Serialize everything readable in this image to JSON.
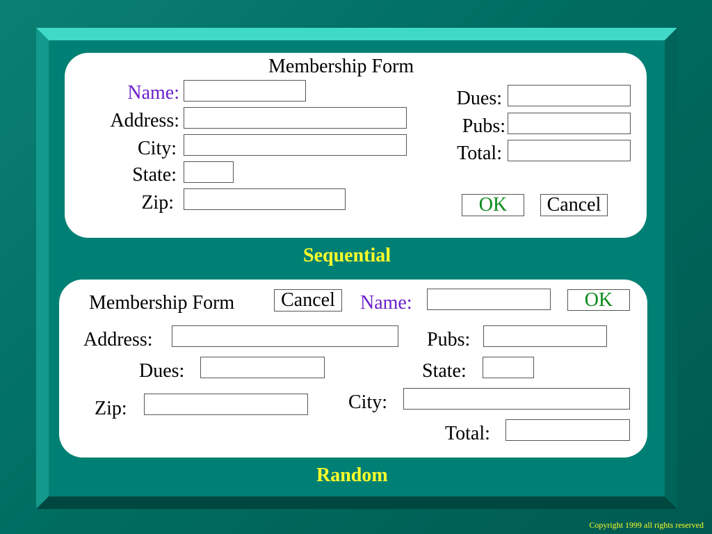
{
  "sequential": {
    "title": "Membership Form",
    "labels": {
      "name": "Name:",
      "address": "Address:",
      "city": "City:",
      "state": "State:",
      "zip": "Zip:",
      "dues": "Dues:",
      "pubs": "Pubs:",
      "total": "Total:"
    },
    "buttons": {
      "ok": "OK",
      "cancel": "Cancel"
    },
    "caption": "Sequential"
  },
  "random": {
    "title": "Membership Form",
    "labels": {
      "name": "Name:",
      "address": "Address:",
      "pubs": "Pubs:",
      "dues": "Dues:",
      "state": "State:",
      "zip": "Zip:",
      "city": "City:",
      "total": "Total:"
    },
    "buttons": {
      "ok": "OK",
      "cancel": "Cancel"
    },
    "caption": "Random"
  },
  "footer": {
    "copyright": "Copyright 1999 all rights reserved"
  },
  "colors": {
    "background": "#008074",
    "caption": "#ffff2a",
    "name_label": "#6b1fc9",
    "ok_text": "#0a8a1a"
  }
}
